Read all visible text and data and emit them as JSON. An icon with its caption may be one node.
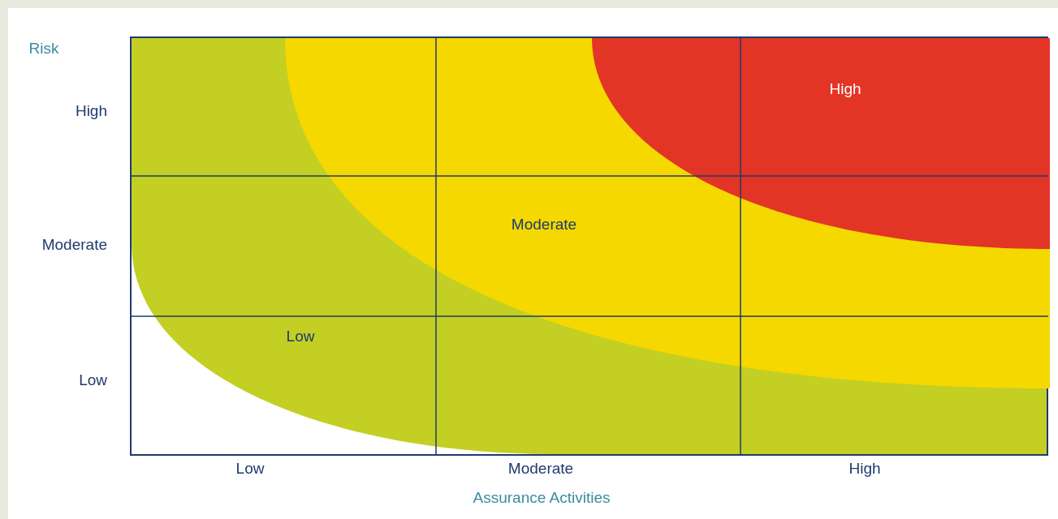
{
  "diagram": {
    "nodes": [
      {
        "text": [
          "Low"
        ]
      },
      {
        "text": [
          "Moderate"
        ],
        "in": 0
      },
      {
        "text": [
          "High"
        ],
        "in": 1
      }
    ],
    "labels": [
      "Risk",
      "High",
      "Moderate",
      "Low",
      "Low",
      "Moderate",
      "High",
      "Assurance Activities"
    ]
  }
}
